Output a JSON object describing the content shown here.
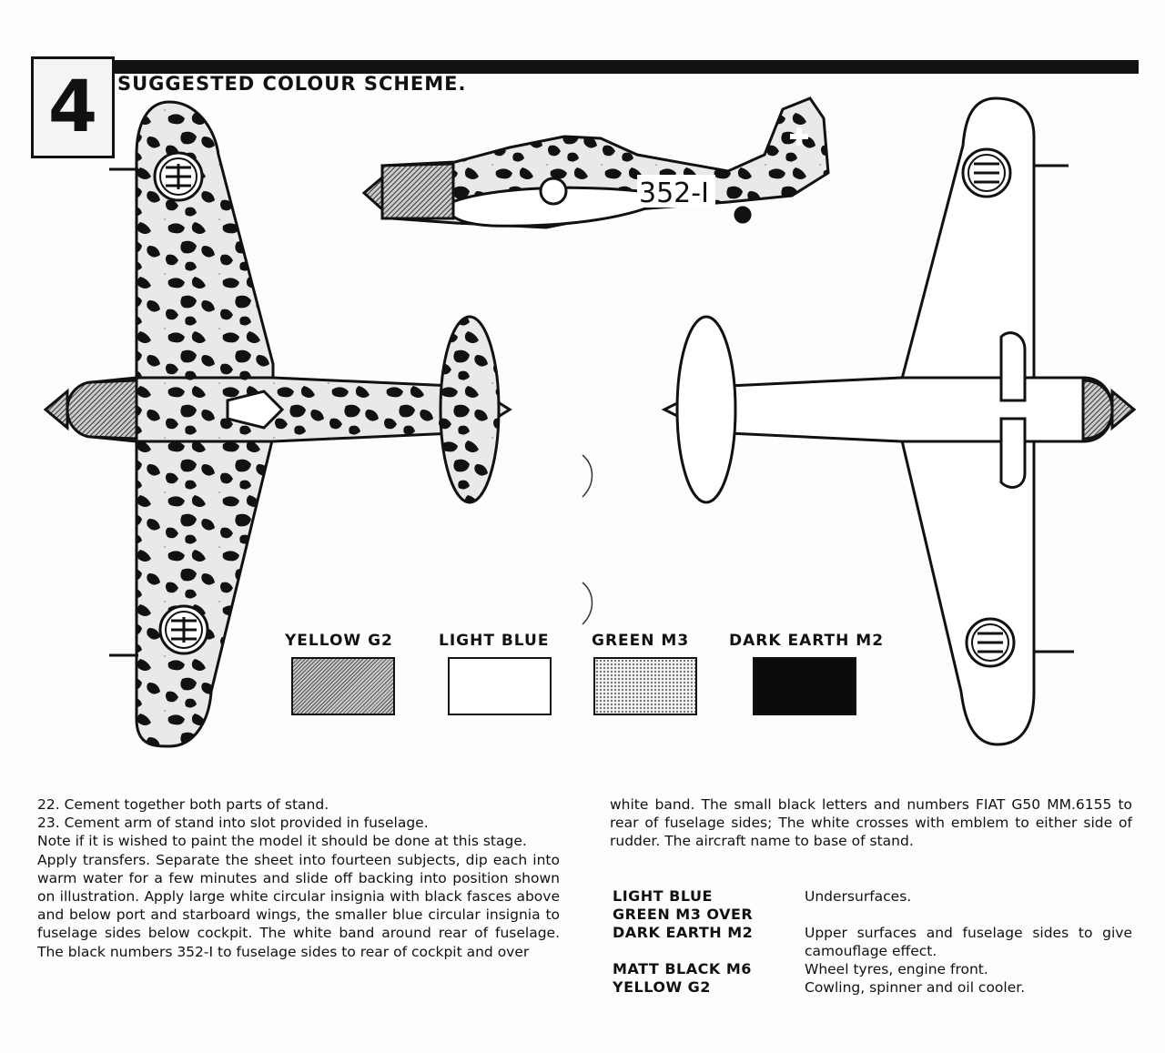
{
  "header": {
    "step_number": "4",
    "title": "SUGGESTED COLOUR SCHEME."
  },
  "side_view": {
    "fuselage_number": "352-I"
  },
  "swatches": [
    {
      "label": "YELLOW G2",
      "pattern": "diagonal-hatch"
    },
    {
      "label": "LIGHT BLUE",
      "pattern": "blank"
    },
    {
      "label": "GREEN M3",
      "pattern": "stipple"
    },
    {
      "label": "DARK EARTH M2",
      "pattern": "solid-black"
    }
  ],
  "instructions": {
    "left_column": "22. Cement together both parts of stand.\n23. Cement arm of stand into slot provided in fuselage.\nNote if it is wished to paint the model it should be done at this stage.\nApply transfers. Separate the sheet into fourteen subjects, dip each into warm water for a few minutes and slide off backing into position shown on illustration. Apply large white circular insignia with black fasces above and below port and starboard wings, the smaller blue circular insignia to fuselage sides below cockpit. The white band around rear of fuselage. The black numbers 352-I to fuselage sides to rear of cockpit and over",
    "right_column": "white band. The small black letters and numbers FIAT G50 MM.6155 to rear of fuselage sides; The white crosses with emblem to either side of rudder. The aircraft name to base of stand."
  },
  "colour_legend": [
    {
      "colour": "LIGHT BLUE",
      "use": "Undersurfaces."
    },
    {
      "colour": "GREEN M3 OVER",
      "use": ""
    },
    {
      "colour": "DARK EARTH M2",
      "use": "Upper surfaces and fuselage sides to give camouflage effect."
    },
    {
      "colour": "MATT BLACK M6",
      "use": "Wheel tyres, engine front."
    },
    {
      "colour": "YELLOW G2",
      "use": "Cowling, spinner and oil cooler."
    }
  ]
}
